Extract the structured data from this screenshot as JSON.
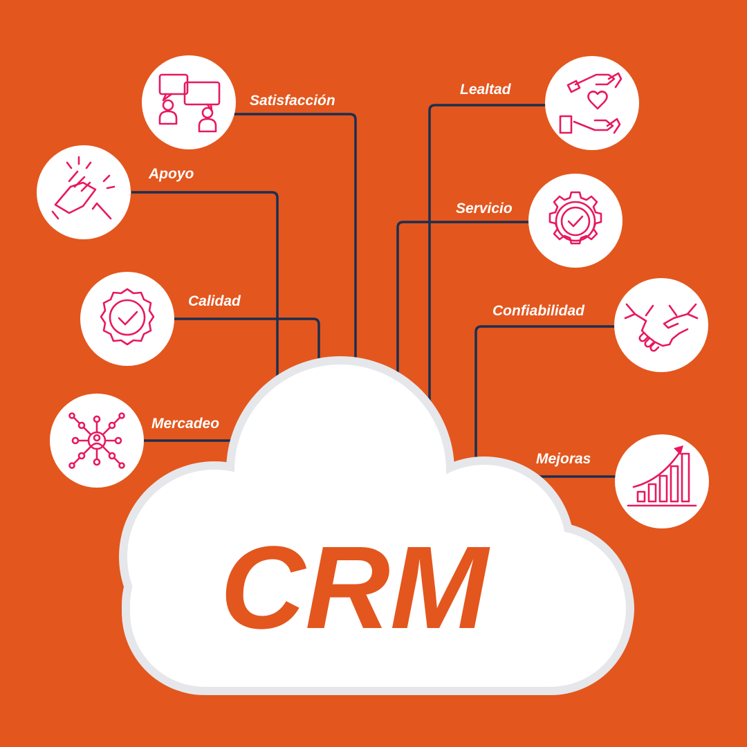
{
  "center": {
    "title": "CRM"
  },
  "nodes": [
    {
      "label": "Satisfacción",
      "icon": "chat-people-icon"
    },
    {
      "label": "Apoyo",
      "icon": "hand-clasp-icon"
    },
    {
      "label": "Calidad",
      "icon": "quality-badge-icon"
    },
    {
      "label": "Mercadeo",
      "icon": "network-person-icon"
    },
    {
      "label": "Lealtad",
      "icon": "hands-heart-icon"
    },
    {
      "label": "Servicio",
      "icon": "gear-check-icon"
    },
    {
      "label": "Confiabilidad",
      "icon": "handshake-icon"
    },
    {
      "label": "Mejoras",
      "icon": "bar-growth-icon"
    }
  ],
  "colors": {
    "background": "#E3561E",
    "cloud": "#FFFFFF",
    "cloud_outline": "#E6E7EA",
    "connector": "#1B2F4F",
    "icon": "#E8185E",
    "label": "#FFFFFF",
    "title": "#E3561E"
  }
}
